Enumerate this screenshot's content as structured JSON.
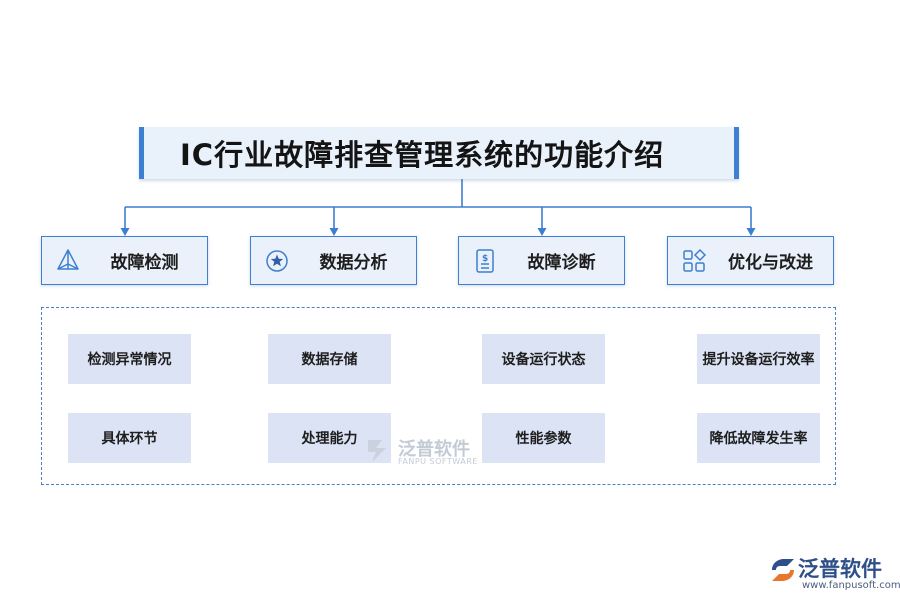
{
  "title": "IC行业故障排查管理系统的功能介绍",
  "colors": {
    "accent": "#3d7fd0",
    "category_bg": "#eaf1fb",
    "item_bg": "#dbe3f4",
    "logo_blue": "#2f4f89",
    "logo_orange": "#e8762b"
  },
  "categories": [
    {
      "label": "故障检测",
      "icon": "pyramid-icon"
    },
    {
      "label": "数据分析",
      "icon": "star-badge-icon"
    },
    {
      "label": "故障诊断",
      "icon": "document-dollar-icon"
    },
    {
      "label": "优化与改进",
      "icon": "grid-apps-icon"
    }
  ],
  "columns": [
    [
      "检测异常情况",
      "具体环节"
    ],
    [
      "数据存储",
      "处理能力"
    ],
    [
      "设备运行状态",
      "性能参数"
    ],
    [
      "提升设备运行效率",
      "降低故障发生率"
    ]
  ],
  "watermark": {
    "name": "泛普软件",
    "sub": "FANPU SOFTWARE"
  },
  "logo": {
    "name": "泛普软件",
    "url": "www.fanpusoft.com"
  }
}
